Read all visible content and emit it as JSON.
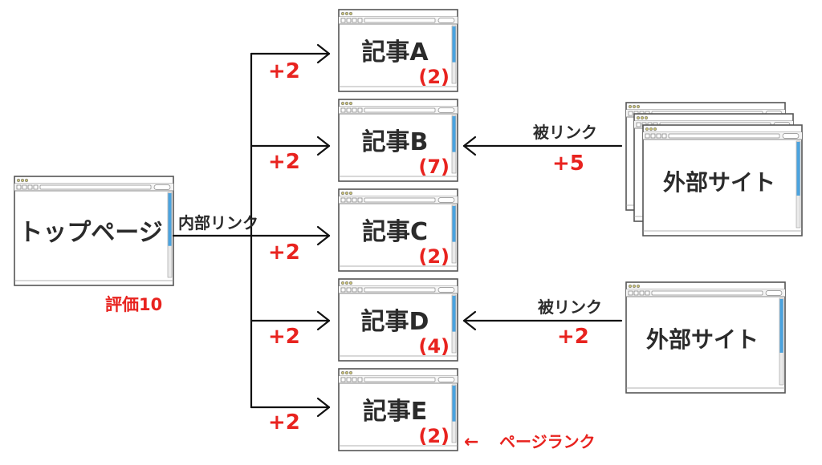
{
  "colors": {
    "accent_red": "#e8231f",
    "text_dark": "#2b2b2b",
    "scrollbar_blue": "#4aa3df",
    "window_border": "#555555",
    "window_bg": "#ffffff",
    "toolbar_bg": "#f4f4f4",
    "dot_olive": "#c9c27a"
  },
  "top_page": {
    "title": "トップページ",
    "score": "評価10",
    "link_label": "内部リンク"
  },
  "articles": [
    {
      "title": "記事A",
      "rank": "(2)",
      "link_value": "+2"
    },
    {
      "title": "記事B",
      "rank": "(7)",
      "link_value": "+2"
    },
    {
      "title": "記事C",
      "rank": "(2)",
      "link_value": "+2"
    },
    {
      "title": "記事D",
      "rank": "(4)",
      "link_value": "+2"
    },
    {
      "title": "記事E",
      "rank": "(2)",
      "link_value": "+2"
    }
  ],
  "external_sites": [
    {
      "title": "外部サイト",
      "link_label": "被リンク",
      "link_value": "+5",
      "stacked": true
    },
    {
      "title": "外部サイト",
      "link_label": "被リンク",
      "link_value": "+2",
      "stacked": false
    }
  ],
  "pagerank_note": {
    "arrow": "←",
    "label": "ページランク"
  }
}
